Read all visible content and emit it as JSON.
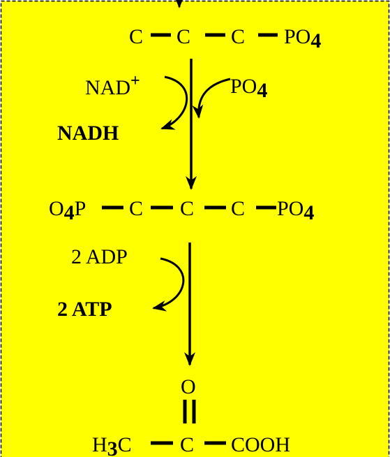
{
  "colors": {
    "panel_fill": "#FFFF00",
    "panel_border": "#000000",
    "ink": "#000000"
  },
  "step1": {
    "compound": {
      "c1": "C",
      "c2": "C",
      "c3": "C",
      "phosphate": "PO",
      "phosphate_sub": "4"
    },
    "cofactor_in": {
      "text": "NAD",
      "sup": "+"
    },
    "phosphate_in": {
      "text": "PO",
      "sub": "4"
    },
    "cofactor_out": "NADH"
  },
  "step2": {
    "compound": {
      "left_phosphate": "O",
      "left_phosphate_sub": "4",
      "left_phosphate_tail": "P",
      "c1": "C",
      "c2": "C",
      "c3": "C",
      "right_phosphate": "PO",
      "right_phosphate_sub": "4"
    },
    "cofactor_in": "2 ADP",
    "cofactor_out": "2 ATP"
  },
  "product": {
    "oxygen": "O",
    "methyl": "H",
    "methyl_sub": "3",
    "methyl_tail": "C",
    "center": "C",
    "acid": "COOH"
  }
}
